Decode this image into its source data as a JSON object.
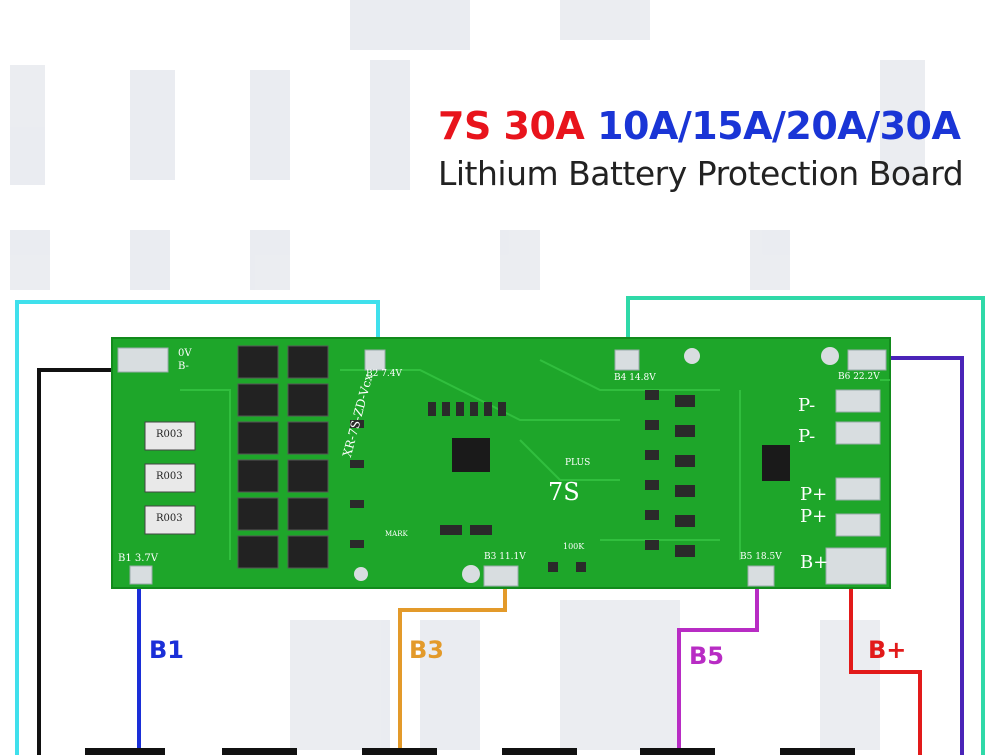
{
  "title": {
    "part1": "7S 30A",
    "part2": "10A/15A/20A/30A",
    "subtitle": "Lithium Battery Protection Board"
  },
  "board": {
    "pads": {
      "ov": "0V",
      "b_minus": "B-",
      "b1": "B1 3.7V",
      "b2": "B2 7.4V",
      "b3": "B3 11.1V",
      "b4": "B4 14.8V",
      "b5": "B5 18.5V",
      "b6": "B6 22.2V"
    },
    "resistors": [
      "R003",
      "R003",
      "R003"
    ],
    "silk_model": "XR-7S-ZD-Vcx",
    "silk_plus": "PLUS",
    "silk_7s": "7S",
    "silk_100k": "100K",
    "silk_mark": "MARK",
    "right_pads": [
      "P-",
      "P-",
      "P+",
      "P+",
      "B+"
    ]
  },
  "wire_labels": {
    "b1": "B1",
    "b3": "B3",
    "b5": "B5",
    "b_plus": "B+"
  },
  "colors": {
    "red_title": "#e8141c",
    "blue_title": "#1a35d6",
    "pcb_green": "#1ea62a",
    "wire_cyan": "#3fe0ec",
    "wire_teal": "#2fd9a8",
    "wire_black": "#111111",
    "wire_blue": "#1a2fd8",
    "wire_orange": "#e39a2a",
    "wire_purple": "#b82cc4",
    "wire_indigo": "#4a24b8",
    "wire_red": "#e21a1a"
  }
}
